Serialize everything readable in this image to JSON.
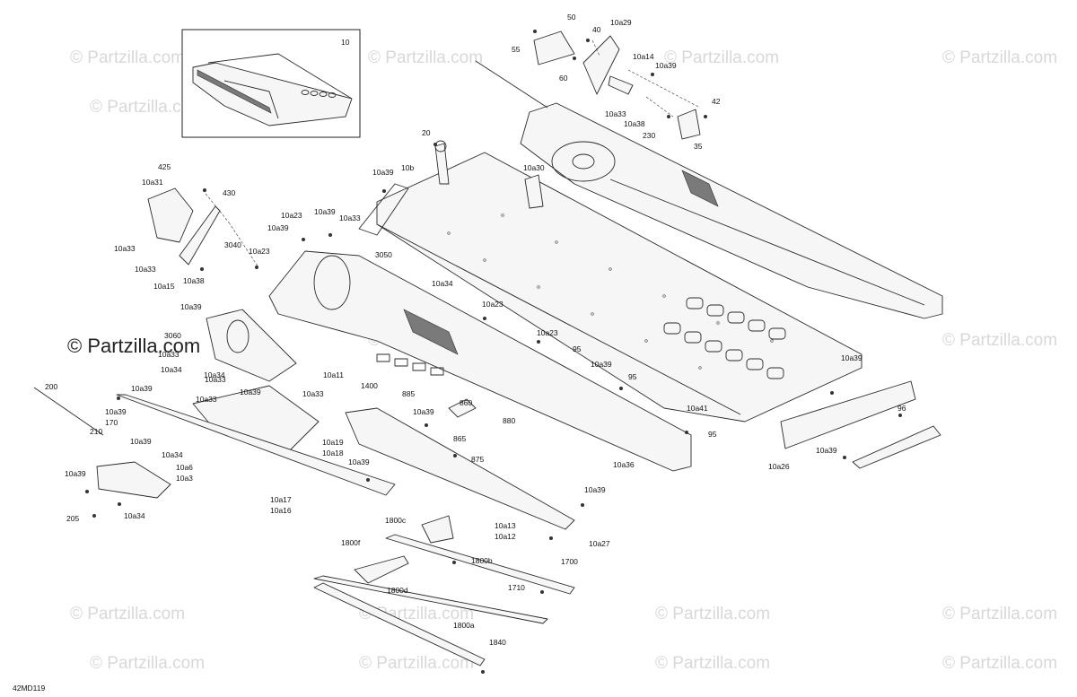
{
  "diagram_id": "42MD119",
  "watermark_text": "© Partzilla.com",
  "watermark_main_text": "© Partzilla.com",
  "inset_label": "10",
  "labels": [
    "50",
    "55",
    "60",
    "40",
    "10a29",
    "10a14",
    "10a39",
    "10a33",
    "10a38",
    "42",
    "230",
    "35",
    "20",
    "10b",
    "10a39",
    "10a30",
    "425",
    "10a31",
    "430",
    "10a33",
    "10a33",
    "10a15",
    "10a38",
    "3040",
    "10a23",
    "10a23",
    "10a39",
    "10a39",
    "10a33",
    "3050",
    "10a34",
    "10a23",
    "10a23",
    "10a39",
    "3060",
    "10a33",
    "10a34",
    "10a33",
    "10a34",
    "10a39",
    "10a33",
    "10a39",
    "10a33",
    "10a11",
    "1400",
    "95",
    "10a39",
    "95",
    "885",
    "10a39",
    "860",
    "865",
    "880",
    "875",
    "10a41",
    "95",
    "10a36",
    "10a39",
    "10a26",
    "10a39",
    "96",
    "200",
    "10a39",
    "170",
    "210",
    "10a39",
    "10a34",
    "10a6",
    "10a3",
    "10a39",
    "205",
    "10a34",
    "10a19",
    "10a18",
    "10a39",
    "10a17",
    "10a16",
    "10a39",
    "1800c",
    "10a13",
    "10a12",
    "10a27",
    "1800f",
    "1800b",
    "1700",
    "1800d",
    "1710",
    "1800a",
    "1840"
  ]
}
